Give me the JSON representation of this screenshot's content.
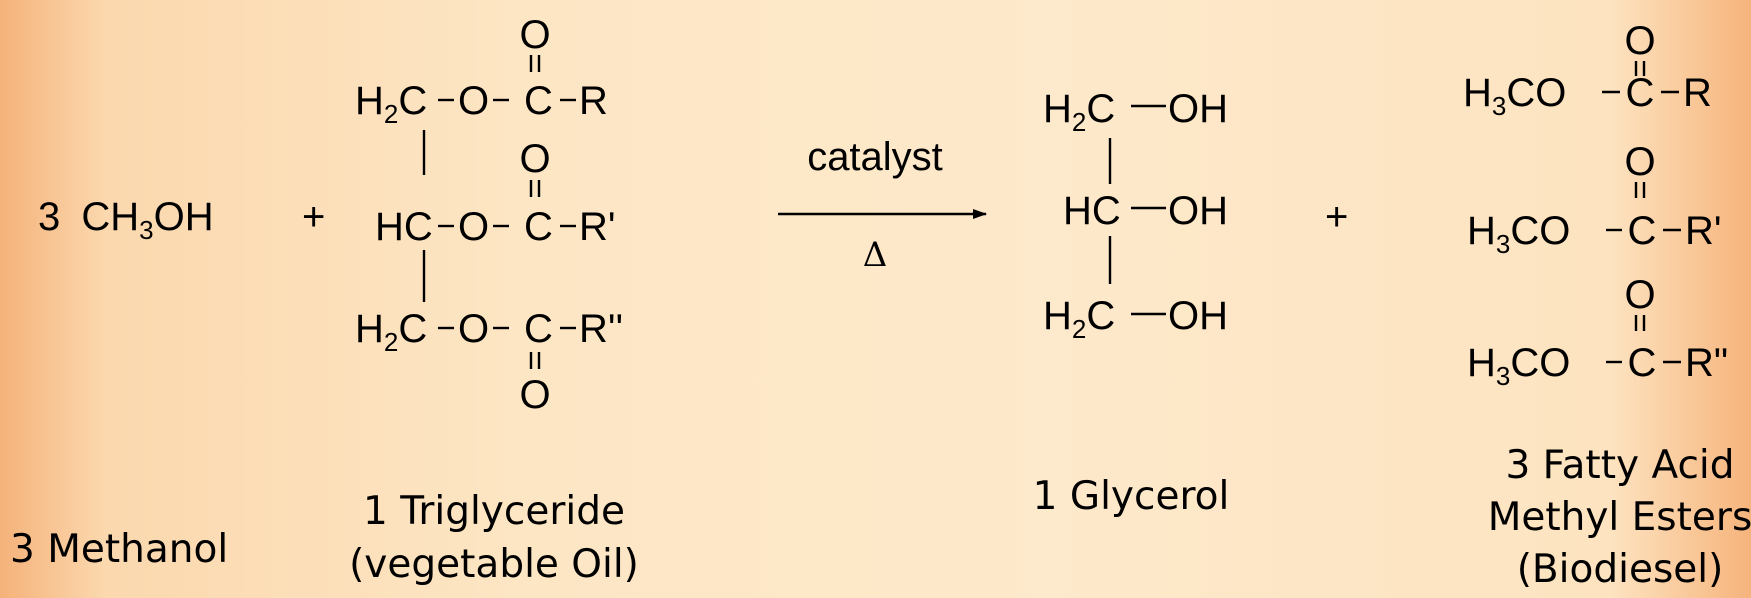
{
  "reaction": {
    "methanol": {
      "coefficient": "3",
      "formula_parts": [
        "CH",
        "3",
        "OH"
      ],
      "label": "3 Methanol"
    },
    "plus_left": "+",
    "triglyceride": {
      "rows": [
        {
          "carbon_main": "H",
          "carbon_sub": "2",
          "carbon_tail": "C",
          "oxygen": "O",
          "carbonyl_c": "C",
          "oxo": "O",
          "group": "R"
        },
        {
          "carbon_main": "HC",
          "oxygen": "O",
          "carbonyl_c": "C",
          "oxo": "O",
          "group": "R'"
        },
        {
          "carbon_main": "H",
          "carbon_sub": "2",
          "carbon_tail": "C",
          "oxygen": "O",
          "carbonyl_c": "C",
          "oxo": "O",
          "group": "R''"
        }
      ],
      "label_line1": "1 Triglyceride",
      "label_line2": "(vegetable Oil)"
    },
    "arrow": {
      "above": "catalyst",
      "below": "Δ"
    },
    "glycerol": {
      "rows": [
        {
          "carbon_main": "H",
          "carbon_sub": "2",
          "carbon_tail": "C",
          "group": "OH"
        },
        {
          "carbon_main": "HC",
          "group": "OH"
        },
        {
          "carbon_main": "H",
          "carbon_sub": "2",
          "carbon_tail": "C",
          "group": "OH"
        }
      ],
      "label": "1 Glycerol"
    },
    "plus_right": "+",
    "esters": {
      "rows": [
        {
          "prefix_main": "H",
          "prefix_sub": "3",
          "prefix_tail": "CO",
          "carbonyl_c": "C",
          "oxo": "O",
          "group": "R"
        },
        {
          "prefix_main": "H",
          "prefix_sub": "3",
          "prefix_tail": "CO",
          "carbonyl_c": "C",
          "oxo": "O",
          "group": "R'"
        },
        {
          "prefix_main": "H",
          "prefix_sub": "3",
          "prefix_tail": "CO",
          "carbonyl_c": "C",
          "oxo": "O",
          "group": "R\""
        }
      ],
      "label_line1": "3 Fatty Acid",
      "label_line2": "Methyl Esters",
      "label_line3": "(Biodiesel)"
    }
  }
}
